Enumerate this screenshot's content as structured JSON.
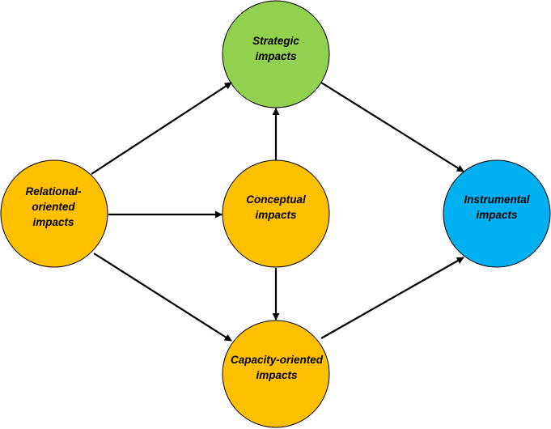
{
  "colors": {
    "strategic": "#92d050",
    "orange": "#ffc000",
    "instrumental": "#00b0f0",
    "stroke": "#000000"
  },
  "nodes": {
    "strategic": "Strategic\nimpacts",
    "relational": "Relational-\noriented\nimpacts",
    "conceptual": "Conceptual\nimpacts",
    "instrumental": "Instrumental\nimpacts",
    "capacity": "Capacity-oriented\nimpacts"
  },
  "edges": [
    [
      "relational",
      "strategic"
    ],
    [
      "relational",
      "conceptual"
    ],
    [
      "relational",
      "capacity"
    ],
    [
      "conceptual",
      "strategic"
    ],
    [
      "conceptual",
      "capacity"
    ],
    [
      "strategic",
      "instrumental"
    ],
    [
      "capacity",
      "instrumental"
    ]
  ]
}
